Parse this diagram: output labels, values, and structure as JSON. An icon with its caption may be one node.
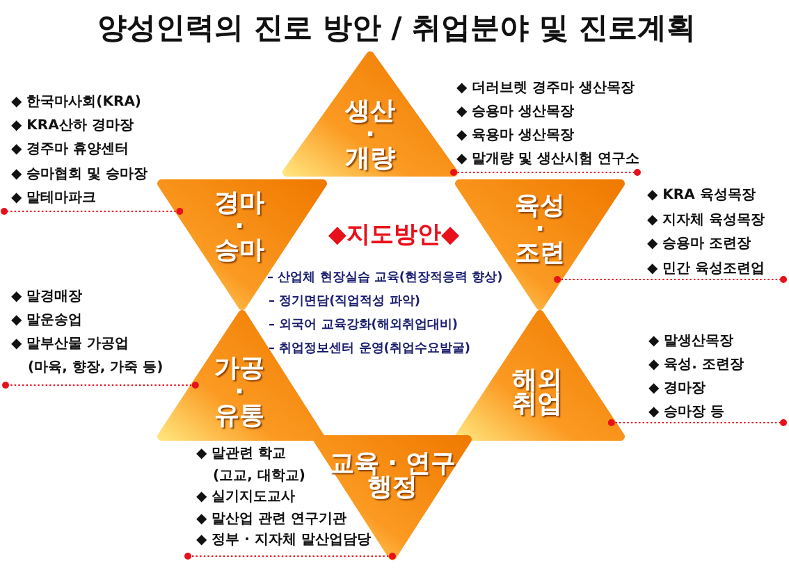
{
  "diagram": {
    "title": "양성인력의 진로 방안 / 취업분야 및 진로계획",
    "nodes": [
      {
        "text": [
          "생산 · 개량"
        ],
        "beside": [
          "◆ 더러브렛 경주마 생산목장",
          "◆ 승용마 생산목장",
          "◆ 육용마 생산목장",
          "◆ 말개량 및 생산시험 연구소"
        ]
      },
      {
        "text": [
          "경마 · 승마"
        ],
        "beside": [
          "◆ 한국마사회(KRA)",
          "◆ KRA산하 경마장",
          "◆ 경주마 휴양센터",
          "◆ 승마협회 및 승마장",
          "◆ 말테마파크"
        ]
      },
      {
        "text": [
          "육성 · 조련"
        ],
        "beside": [
          "◆ KRA 육성목장",
          "◆ 지자체 육성목장",
          "◆ 승용마 조련장",
          "◆ 민간 육성조련업"
        ]
      },
      {
        "text": [
          "가공 · 유통"
        ],
        "beside": [
          "◆ 말경매장",
          "◆ 말운송업",
          "◆ 말부산물 가공업 (마육, 향장, 가죽 등)"
        ]
      },
      {
        "text": [
          "해외 취업"
        ],
        "beside": [
          "◆ 말생산목장",
          "◆ 육성. 조련장",
          "◆ 경마장",
          "◆ 승마장 등"
        ]
      },
      {
        "text": [
          "교육 · 연구 행정"
        ],
        "beside": [
          "◆ 말관련 학교 (고교, 대학교)",
          "◆ 실기지도교사",
          "◆ 말산업 관련 연구기관",
          "◆ 정부 · 지자체 말산업담당"
        ]
      }
    ],
    "edges": [
      {
        "from": 0,
        "to": null,
        "arrow": "other",
        "style": "dashed"
      },
      {
        "from": 1,
        "to": null,
        "arrow": "other",
        "style": "dashed"
      },
      {
        "from": 2,
        "to": null,
        "arrow": "other",
        "style": "dashed"
      },
      {
        "from": 3,
        "to": null,
        "arrow": "other",
        "style": "dashed"
      },
      {
        "from": 4,
        "to": null,
        "arrow": "other",
        "style": "dashed"
      },
      {
        "from": 5,
        "to": null,
        "arrow": "other",
        "style": "dashed"
      }
    ],
    "labels": [
      "◆지도방안◆",
      "– 산업체 현장실습 교육(현장적응력 향상)",
      "– 정기면담(직업적성 파악)",
      "– 외국어 교육강화(해외취업대비)",
      "– 취업정보센터 운영(취업수요발굴)"
    ]
  }
}
